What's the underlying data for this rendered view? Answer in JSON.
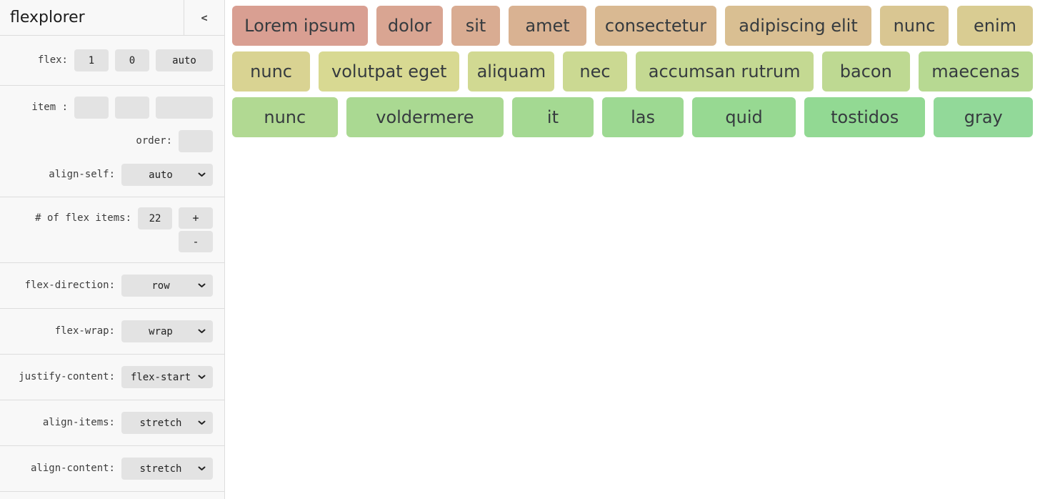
{
  "app": {
    "title": "flexplorer",
    "collapse_icon": "<"
  },
  "sidebar": {
    "flex": {
      "label": "flex:",
      "grow": "1",
      "shrink": "0",
      "basis": "auto"
    },
    "item": {
      "label": "item :",
      "grow": "",
      "shrink": "",
      "basis": ""
    },
    "order": {
      "label": "order:",
      "value": ""
    },
    "align_self": {
      "label": "align-self:",
      "value": "auto"
    },
    "count": {
      "label": "# of flex items:",
      "value": "22",
      "increment_label": "+",
      "decrement_label": "-"
    },
    "flex_direction": {
      "label": "flex-direction:",
      "value": "row"
    },
    "flex_wrap": {
      "label": "flex-wrap:",
      "value": "wrap"
    },
    "justify_content": {
      "label": "justify-content:",
      "value": "flex-start"
    },
    "align_items": {
      "label": "align-items:",
      "value": "stretch"
    },
    "align_content": {
      "label": "align-content:",
      "value": "stretch"
    }
  },
  "colors": {
    "sidebar_bg": "#f8f8f8",
    "divider": "#dddddd",
    "control_bg": "#e3e3e3",
    "main_bg": "#ffffff",
    "item_text": "#363b3f"
  },
  "flex_items": [
    {
      "label": "Lorem ipsum",
      "color": "#d99f92",
      "basis": 187
    },
    {
      "label": "dolor",
      "color": "#d9a592",
      "basis": 90
    },
    {
      "label": "sit",
      "color": "#d9ac92",
      "basis": 65
    },
    {
      "label": "amet",
      "color": "#d9b292",
      "basis": 106
    },
    {
      "label": "consectetur",
      "color": "#d9b992",
      "basis": 167
    },
    {
      "label": "adipiscing elit",
      "color": "#d9bf92",
      "basis": 202
    },
    {
      "label": "nunc",
      "color": "#d9c692",
      "basis": 93
    },
    {
      "label": "enim",
      "color": "#d9cc92",
      "basis": 103
    },
    {
      "label": "nunc",
      "color": "#d9d392",
      "basis": 108
    },
    {
      "label": "volutpat eget",
      "color": "#d8d992",
      "basis": 196
    },
    {
      "label": "aliquam",
      "color": "#d1d992",
      "basis": 120
    },
    {
      "label": "nec",
      "color": "#cbd992",
      "basis": 88
    },
    {
      "label": "accumsan rutrum",
      "color": "#c4d992",
      "basis": 248
    },
    {
      "label": "bacon",
      "color": "#bed992",
      "basis": 122
    },
    {
      "label": "maecenas",
      "color": "#b7d992",
      "basis": 159
    },
    {
      "label": "nunc",
      "color": "#b1d992",
      "basis": 147
    },
    {
      "label": "voldermere",
      "color": "#aad992",
      "basis": 220
    },
    {
      "label": "it",
      "color": "#a4d992",
      "basis": 113
    },
    {
      "label": "las",
      "color": "#9dd992",
      "basis": 114
    },
    {
      "label": "quid",
      "color": "#97d992",
      "basis": 144
    },
    {
      "label": "tostidos",
      "color": "#92d993",
      "basis": 169
    },
    {
      "label": "gray",
      "color": "#92d999",
      "basis": 138
    }
  ]
}
